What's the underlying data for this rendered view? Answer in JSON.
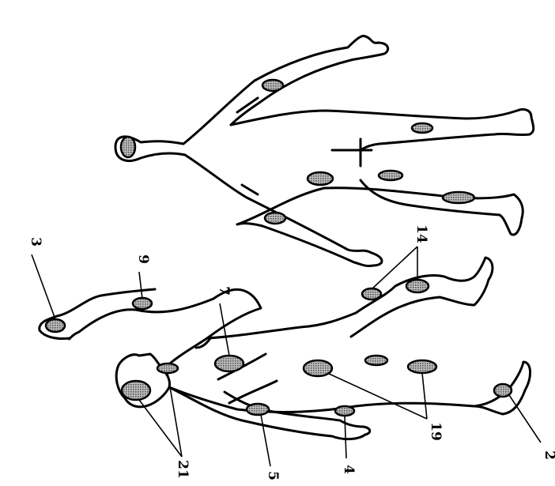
{
  "figure": {
    "callouts": [
      {
        "id": "c2",
        "text": "2"
      },
      {
        "id": "c3",
        "text": "3"
      },
      {
        "id": "c4",
        "text": "4"
      },
      {
        "id": "c5",
        "text": "5"
      },
      {
        "id": "c7",
        "text": "7"
      },
      {
        "id": "c9",
        "text": "9"
      },
      {
        "id": "c14",
        "text": "14"
      },
      {
        "id": "c19",
        "text": "19"
      },
      {
        "id": "c21",
        "text": "21"
      }
    ],
    "colors": {
      "line": "#000000",
      "background": "#ffffff",
      "spot_fill": "#777777"
    }
  }
}
